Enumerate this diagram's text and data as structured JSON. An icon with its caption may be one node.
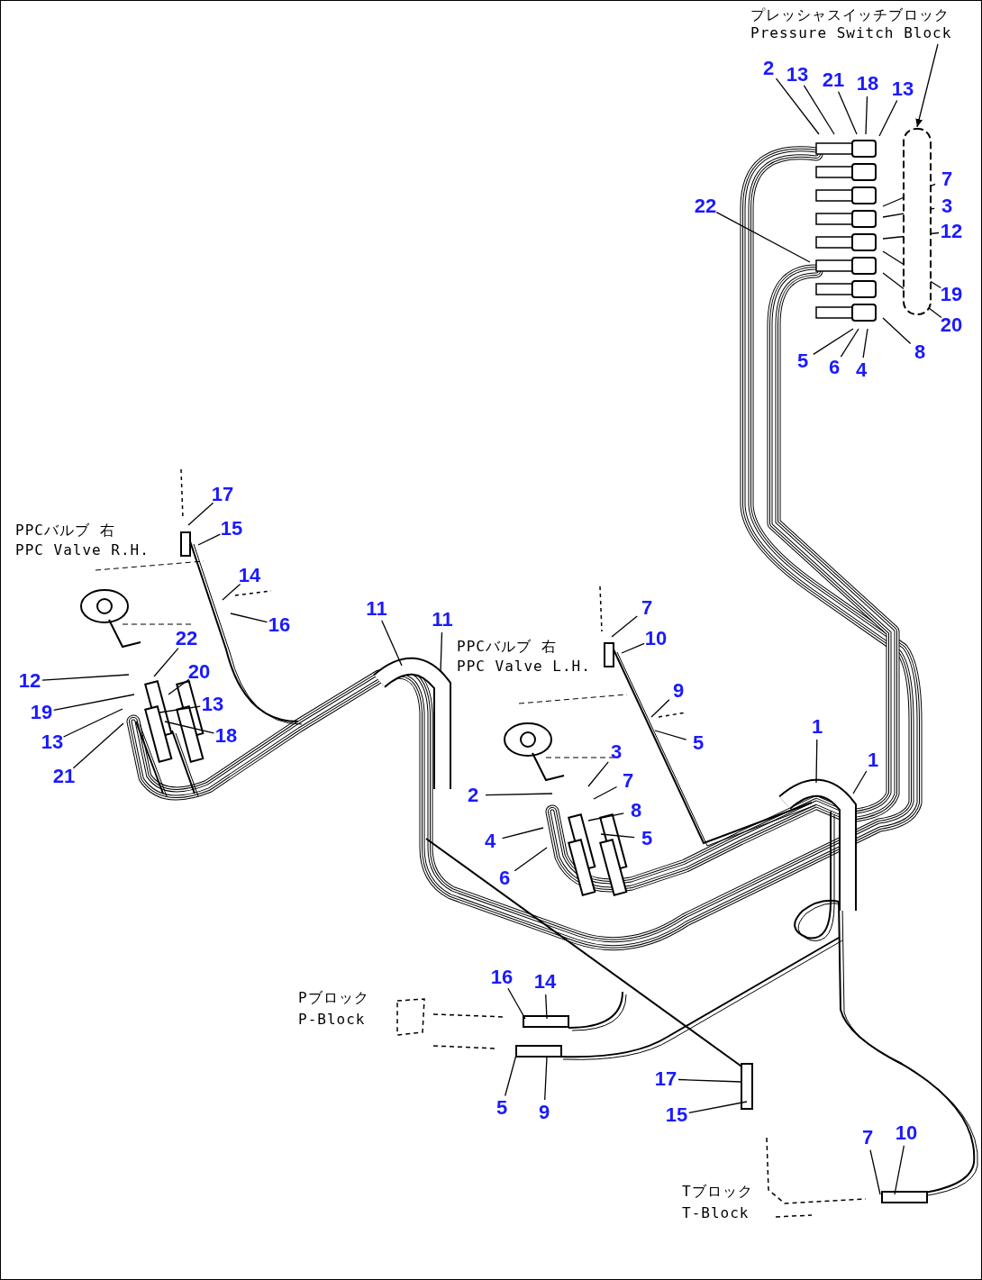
{
  "diagram": {
    "nodes": [
      {
        "text": [
          "プレッシャスイッチブロック",
          "Pressure Switch Block"
        ]
      },
      {
        "text": [],
        "shape": "box"
      },
      {
        "text": [
          "2"
        ]
      },
      {
        "text": [
          "13"
        ]
      },
      {
        "text": [
          "21"
        ]
      },
      {
        "text": [
          "18"
        ]
      },
      {
        "text": [
          "13"
        ]
      },
      {
        "text": [
          "7"
        ]
      },
      {
        "text": [
          "3"
        ]
      },
      {
        "text": [
          "12"
        ]
      },
      {
        "text": [
          "22"
        ]
      },
      {
        "text": [
          "19"
        ]
      },
      {
        "text": [
          "20"
        ]
      },
      {
        "text": [
          "8"
        ]
      },
      {
        "text": [
          "5"
        ]
      },
      {
        "text": [
          "6"
        ]
      },
      {
        "text": [
          "4"
        ]
      },
      {
        "text": [
          "17"
        ]
      },
      {
        "text": [
          "15"
        ]
      },
      {
        "text": [
          "14"
        ]
      },
      {
        "text": [
          "16"
        ]
      },
      {
        "text": [
          "11"
        ]
      },
      {
        "text": [
          "11"
        ]
      },
      {
        "text": [
          "22"
        ]
      },
      {
        "text": [
          "20"
        ]
      },
      {
        "text": [
          "12"
        ]
      },
      {
        "text": [
          "19"
        ]
      },
      {
        "text": [
          "13"
        ]
      },
      {
        "text": [
          "13"
        ]
      },
      {
        "text": [
          "18"
        ]
      },
      {
        "text": [
          "21"
        ]
      },
      {
        "text": [
          "7"
        ]
      },
      {
        "text": [
          "10"
        ]
      },
      {
        "text": [
          "9"
        ]
      },
      {
        "text": [
          "5"
        ]
      },
      {
        "text": [
          "3"
        ]
      },
      {
        "text": [
          "7"
        ]
      },
      {
        "text": [
          "8"
        ]
      },
      {
        "text": [
          "5"
        ]
      },
      {
        "text": [
          "2"
        ]
      },
      {
        "text": [
          "4"
        ]
      },
      {
        "text": [
          "6"
        ]
      },
      {
        "text": [
          "1"
        ]
      },
      {
        "text": [
          "1"
        ]
      },
      {
        "text": [
          "16"
        ]
      },
      {
        "text": [
          "14"
        ]
      },
      {
        "text": [
          "5"
        ]
      },
      {
        "text": [
          "9"
        ]
      },
      {
        "text": [
          "17"
        ]
      },
      {
        "text": [
          "15"
        ]
      },
      {
        "text": [
          "7"
        ]
      },
      {
        "text": [
          "10"
        ]
      }
    ],
    "edges": [
      {
        "from": 0,
        "to": 1,
        "arrow": "to"
      },
      {
        "from": 2,
        "to": null,
        "arrow": "none"
      },
      {
        "from": 3,
        "to": null,
        "arrow": "none"
      },
      {
        "from": 4,
        "to": null,
        "arrow": "none"
      },
      {
        "from": 5,
        "to": null,
        "arrow": "none"
      },
      {
        "from": 6,
        "to": null,
        "arrow": "none"
      },
      {
        "from": 7,
        "to": null,
        "arrow": "none"
      },
      {
        "from": 8,
        "to": null,
        "arrow": "none"
      },
      {
        "from": 9,
        "to": null,
        "arrow": "none"
      },
      {
        "from": 10,
        "to": null,
        "arrow": "none"
      },
      {
        "from": 11,
        "to": null,
        "arrow": "none"
      },
      {
        "from": 12,
        "to": null,
        "arrow": "none"
      },
      {
        "from": 13,
        "to": null,
        "arrow": "none"
      },
      {
        "from": 14,
        "to": null,
        "arrow": "none"
      },
      {
        "from": 15,
        "to": null,
        "arrow": "none"
      },
      {
        "from": 16,
        "to": null,
        "arrow": "none"
      },
      {
        "from": 17,
        "to": null,
        "arrow": "none"
      },
      {
        "from": 18,
        "to": null,
        "arrow": "none"
      },
      {
        "from": 19,
        "to": null,
        "arrow": "none"
      },
      {
        "from": 20,
        "to": null,
        "arrow": "none"
      },
      {
        "from": 21,
        "to": null,
        "arrow": "none"
      },
      {
        "from": 22,
        "to": null,
        "arrow": "none"
      },
      {
        "from": 23,
        "to": null,
        "arrow": "none"
      },
      {
        "from": 24,
        "to": null,
        "arrow": "none"
      },
      {
        "from": 25,
        "to": null,
        "arrow": "none"
      },
      {
        "from": 26,
        "to": null,
        "arrow": "none"
      },
      {
        "from": 27,
        "to": null,
        "arrow": "none"
      },
      {
        "from": 28,
        "to": null,
        "arrow": "none"
      },
      {
        "from": 29,
        "to": null,
        "arrow": "none"
      },
      {
        "from": 30,
        "to": null,
        "arrow": "none"
      },
      {
        "from": 31,
        "to": null,
        "arrow": "none"
      },
      {
        "from": 32,
        "to": null,
        "arrow": "none"
      },
      {
        "from": 33,
        "to": null,
        "arrow": "none"
      },
      {
        "from": 34,
        "to": null,
        "arrow": "none"
      },
      {
        "from": 35,
        "to": null,
        "arrow": "none"
      },
      {
        "from": 36,
        "to": null,
        "arrow": "none"
      },
      {
        "from": 37,
        "to": null,
        "arrow": "none"
      },
      {
        "from": 38,
        "to": null,
        "arrow": "none"
      },
      {
        "from": 39,
        "to": null,
        "arrow": "none"
      },
      {
        "from": 40,
        "to": null,
        "arrow": "none"
      },
      {
        "from": 41,
        "to": null,
        "arrow": "none"
      },
      {
        "from": 42,
        "to": null,
        "arrow": "none"
      },
      {
        "from": 43,
        "to": null,
        "arrow": "none"
      },
      {
        "from": 44,
        "to": null,
        "arrow": "none"
      },
      {
        "from": 45,
        "to": null,
        "arrow": "none"
      },
      {
        "from": 46,
        "to": null,
        "arrow": "none"
      },
      {
        "from": 47,
        "to": null,
        "arrow": "none"
      },
      {
        "from": 48,
        "to": null,
        "arrow": "none"
      },
      {
        "from": 49,
        "to": null,
        "arrow": "none"
      },
      {
        "from": 50,
        "to": null,
        "arrow": "none"
      },
      {
        "from": 51,
        "to": null,
        "arrow": "none"
      }
    ],
    "labels": [
      "PPCバルブ 右",
      "PPC Valve R.H.",
      "PPCバルブ 右",
      "PPC Valve L.H.",
      "Pブロック",
      "P-Block",
      "Tブロック",
      "T-Block"
    ]
  }
}
